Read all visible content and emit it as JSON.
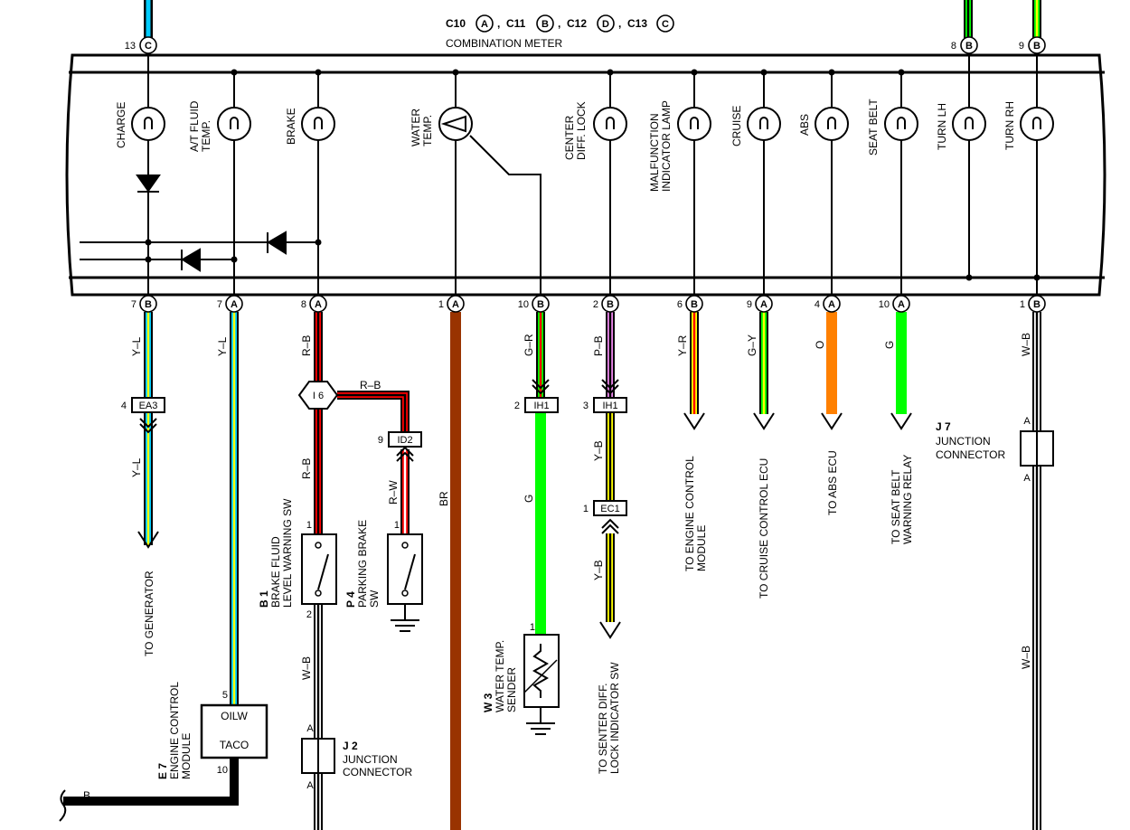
{
  "header": {
    "codes": [
      "C10",
      "C11",
      "C12",
      "C13"
    ],
    "code_letters": [
      "A",
      "B",
      "D",
      "C"
    ],
    "title": "COMBINATION METER"
  },
  "top_terminals": {
    "charge": {
      "pin": "13",
      "letter": "C"
    },
    "turn_lh": {
      "pin": "8",
      "letter": "B"
    },
    "turn_rh": {
      "pin": "9",
      "letter": "B"
    }
  },
  "lamps": {
    "charge": [
      "CHARGE"
    ],
    "at_fluid": [
      "A/T FLUID",
      "TEMP."
    ],
    "brake": [
      "BRAKE"
    ],
    "water_temp": [
      "WATER",
      "TEMP."
    ],
    "center_diff": [
      "CENTER",
      "DIFF.  LOCK"
    ],
    "malfunction": [
      "MALFUNCTION",
      "INDICATOR LAMP"
    ],
    "cruise": [
      "CRUISE"
    ],
    "abs": [
      "ABS"
    ],
    "seat_belt": [
      "SEAT BELT"
    ],
    "turn_lh": [
      "TURN LH"
    ],
    "turn_rh": [
      "TURN RH"
    ]
  },
  "bottom_terminals": [
    {
      "id": "t1",
      "pin": "7",
      "letter": "B"
    },
    {
      "id": "t2",
      "pin": "7",
      "letter": "A"
    },
    {
      "id": "t3",
      "pin": "8",
      "letter": "A"
    },
    {
      "id": "t4",
      "pin": "1",
      "letter": "A"
    },
    {
      "id": "t5",
      "pin": "10",
      "letter": "B"
    },
    {
      "id": "t6",
      "pin": "2",
      "letter": "B"
    },
    {
      "id": "t7",
      "pin": "6",
      "letter": "B"
    },
    {
      "id": "t8",
      "pin": "9",
      "letter": "A"
    },
    {
      "id": "t9",
      "pin": "4",
      "letter": "A"
    },
    {
      "id": "t10",
      "pin": "10",
      "letter": "A"
    },
    {
      "id": "t11",
      "pin": "1",
      "letter": "B"
    }
  ],
  "wire_colors": {
    "y_l": "Y–L",
    "r_b": "R–B",
    "r_w": "R–W",
    "br": "BR",
    "g_r": "G–R",
    "g": "G",
    "p_b": "P–B",
    "y_b": "Y–B",
    "y_r": "Y–R",
    "g_y": "G–Y",
    "o": "O",
    "w_b": "W–B",
    "b": "B"
  },
  "connectors": {
    "ea3": {
      "name": "EA3",
      "pin": "4"
    },
    "i6": {
      "name": "I 6"
    },
    "id2": {
      "name": "ID2",
      "pin": "9"
    },
    "ih1_a": {
      "name": "IH1",
      "pin": "2"
    },
    "ih1_b": {
      "name": "IH1",
      "pin": "3"
    },
    "ec1": {
      "name": "EC1",
      "pin": "1"
    }
  },
  "destinations": {
    "generator": "TO GENERATOR",
    "engine_control": [
      "TO ENGINE CONTROL",
      "MODULE"
    ],
    "cruise_ecu": "TO CRUISE CONTROL ECU",
    "abs_ecu": "TO ABS ECU",
    "seat_belt_relay": [
      "TO SEAT BELT",
      "WARNING RELAY"
    ],
    "center_diff_sw": [
      "TO SENTER DIFF.",
      "LOCK INDICATOR SW"
    ]
  },
  "components": {
    "b1": {
      "code": "B 1",
      "name": [
        "BRAKE FLUID",
        "LEVEL WARNING SW"
      ],
      "pin_top": "1",
      "pin_bottom": "2"
    },
    "p4": {
      "code": "P 4",
      "name": [
        "PARKING BRAKE",
        "SW"
      ],
      "pin_top": "1"
    },
    "w3": {
      "code": "W 3",
      "name": [
        "WATER TEMP.",
        "SENDER"
      ],
      "pin": "1"
    },
    "e7": {
      "code": "E 7",
      "name": [
        "ENGINE CONTROL",
        "MODULE"
      ],
      "terminals": [
        "OILW",
        "TACO"
      ],
      "pins": [
        "5",
        "10"
      ]
    },
    "j7": {
      "code": "J 7",
      "name": [
        "JUNCTION",
        "CONNECTOR"
      ],
      "pin_letter": "A"
    },
    "j2": {
      "code": "J 2",
      "name": [
        "JUNCTION",
        "CONNECTOR"
      ],
      "pin_letter": "A"
    }
  },
  "colors": {
    "yellow": "#ffff00",
    "light_blue": "#00ccff",
    "red": "#ff0000",
    "brown": "#993300",
    "green": "#00ff00",
    "violet": "#ee88ee",
    "orange": "#ff8000",
    "black": "#000000"
  }
}
